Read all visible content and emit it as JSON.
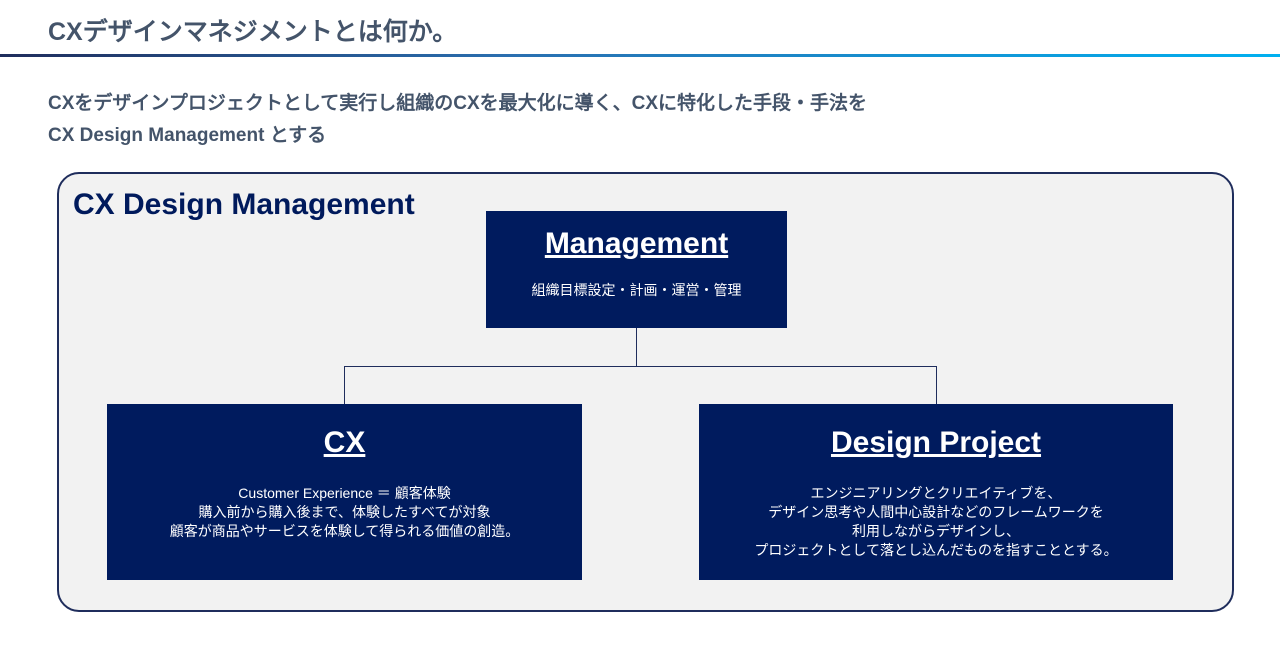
{
  "header": {
    "title": "CXデザインマネジメントとは何か。"
  },
  "lead": {
    "line1": "CXをデザインプロジェクトとして実行し組織のCXを最大化に導く、CXに特化した手段・手法を",
    "line2": "CX Design Management とする"
  },
  "diagram": {
    "title": "CX Design Management",
    "management": {
      "heading": "Management",
      "desc": "組織目標設定・計画・運営・管理"
    },
    "cx": {
      "heading": "CX",
      "lines": [
        "Customer Experience ＝ 顧客体験",
        "購入前から購入後まで、体験したすべてが対象",
        "顧客が商品やサービスを体験して得られる価値の創造。"
      ]
    },
    "design_project": {
      "heading": "Design Project",
      "lines": [
        "エンジニアリングとクリエイティブを、",
        "デザイン思考や人間中心設計などのフレームワークを",
        "利用しながらデザインし、",
        "プロジェクトとして落とし込んだものを指すこととする。"
      ]
    }
  }
}
